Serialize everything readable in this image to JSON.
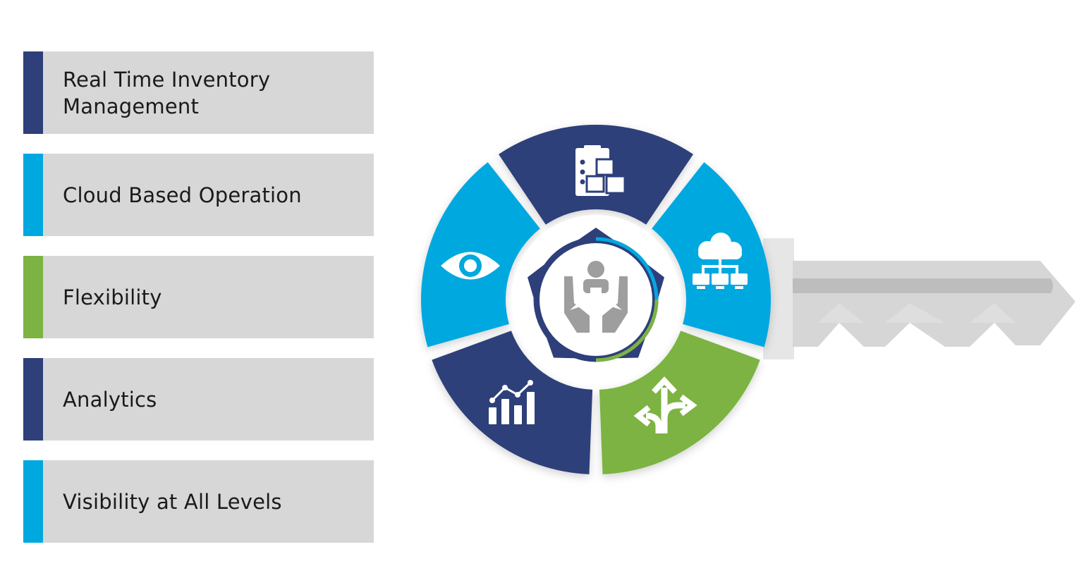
{
  "colors": {
    "navy": "#2e3f7a",
    "sky": "#00a8e0",
    "green": "#7cb342",
    "card_bg": "#d7d7d7",
    "key_grey": "#cfcfcf",
    "icon_grey": "#9e9e9e"
  },
  "features": [
    {
      "label": "Real Time Inventory Management",
      "color": "#2e3f7a"
    },
    {
      "label": "Cloud Based Operation",
      "color": "#00a8e0"
    },
    {
      "label": "Flexibility",
      "color": "#7cb342"
    },
    {
      "label": "Analytics",
      "color": "#2e3f7a"
    },
    {
      "label": "Visibility at All Levels",
      "color": "#00a8e0"
    }
  ],
  "wheel": {
    "center_icon": "hands-holding-person-icon",
    "segments": [
      {
        "icon": "inventory-boxes-icon",
        "color": "#2e3f7a"
      },
      {
        "icon": "cloud-network-icon",
        "color": "#00a8e0"
      },
      {
        "icon": "branching-arrows-icon",
        "color": "#7cb342"
      },
      {
        "icon": "analytics-chart-icon",
        "color": "#2e3f7a"
      },
      {
        "icon": "eye-icon",
        "color": "#00a8e0"
      }
    ]
  }
}
